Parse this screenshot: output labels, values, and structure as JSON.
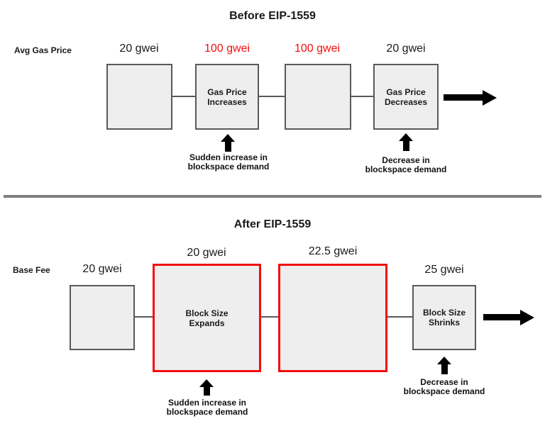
{
  "colors": {
    "red": "#f30d0d",
    "box_fill": "#eeeeee",
    "box_border": "#595959",
    "divider": "#808080",
    "arrow": "#000000"
  },
  "before": {
    "title": "Before EIP-1559",
    "row_label": "Avg Gas Price",
    "prices": [
      "20 gwei",
      "100 gwei",
      "100 gwei",
      "20 gwei"
    ],
    "box2_label": {
      "line1": "Gas Price",
      "line2": "Increases"
    },
    "box4_label": {
      "line1": "Gas Price",
      "line2": "Decreases"
    },
    "annotation_increase": {
      "line1": "Sudden increase in",
      "line2": "blockspace demand"
    },
    "annotation_decrease": {
      "line1": "Decrease in",
      "line2": "blockspace demand"
    }
  },
  "after": {
    "title": "After EIP-1559",
    "row_label": "Base Fee",
    "prices": [
      "20 gwei",
      "20 gwei",
      "22.5 gwei",
      "25 gwei"
    ],
    "box2_label": {
      "line1": "Block Size",
      "line2": "Expands"
    },
    "box4_label": {
      "line1": "Block Size",
      "line2": "Shrinks"
    },
    "annotation_increase": {
      "line1": "Sudden increase in",
      "line2": "blockspace demand"
    },
    "annotation_decrease": {
      "line1": "Decrease in",
      "line2": "blockspace demand"
    }
  }
}
